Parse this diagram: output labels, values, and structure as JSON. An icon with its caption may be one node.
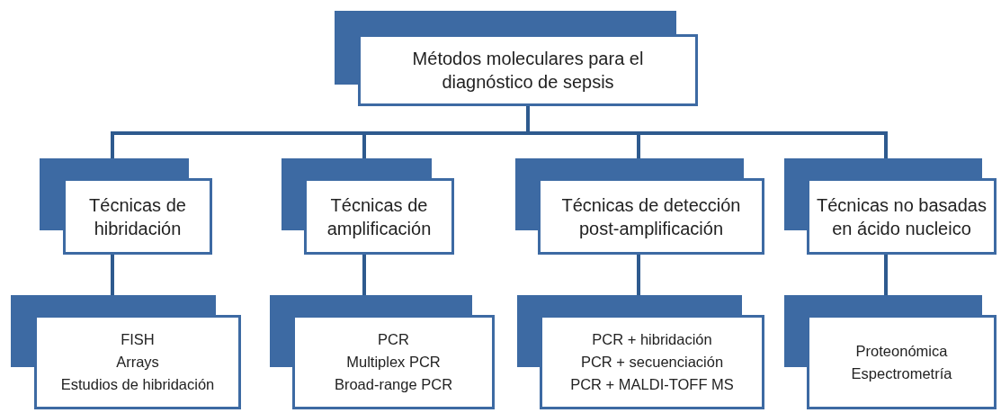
{
  "diagram": {
    "nodes": [
      {
        "text": [
          "Métodos moleculares para el diagnóstico de sepsis"
        ]
      },
      {
        "text": [
          "Técnicas de hibridación"
        ]
      },
      {
        "text": [
          "Técnicas de amplificación"
        ]
      },
      {
        "text": [
          "Técnicas de detección post-amplificación"
        ]
      },
      {
        "text": [
          "Técnicas no basadas en ácido nucleico"
        ]
      },
      {
        "text": [
          "FISH",
          "Arrays",
          "Estudios de hibridación"
        ]
      },
      {
        "text": [
          "PCR",
          "Multiplex PCR",
          "Broad-range PCR"
        ]
      },
      {
        "text": [
          "PCR + hibridación",
          "PCR + secuenciación",
          "PCR + MALDI-TOFF MS"
        ]
      },
      {
        "text": [
          "Proteonómica Espectrometría"
        ]
      }
    ],
    "edges": [
      {
        "from": 0,
        "to": 1,
        "arrow": "none"
      },
      {
        "from": 0,
        "to": 2,
        "arrow": "none"
      },
      {
        "from": 0,
        "to": 3,
        "arrow": "none"
      },
      {
        "from": 0,
        "to": 4,
        "arrow": "none"
      },
      {
        "from": 1,
        "to": 5,
        "arrow": "none"
      },
      {
        "from": 2,
        "to": 6,
        "arrow": "none"
      },
      {
        "from": 3,
        "to": 7,
        "arrow": "none"
      },
      {
        "from": 4,
        "to": 8,
        "arrow": "none"
      }
    ]
  }
}
